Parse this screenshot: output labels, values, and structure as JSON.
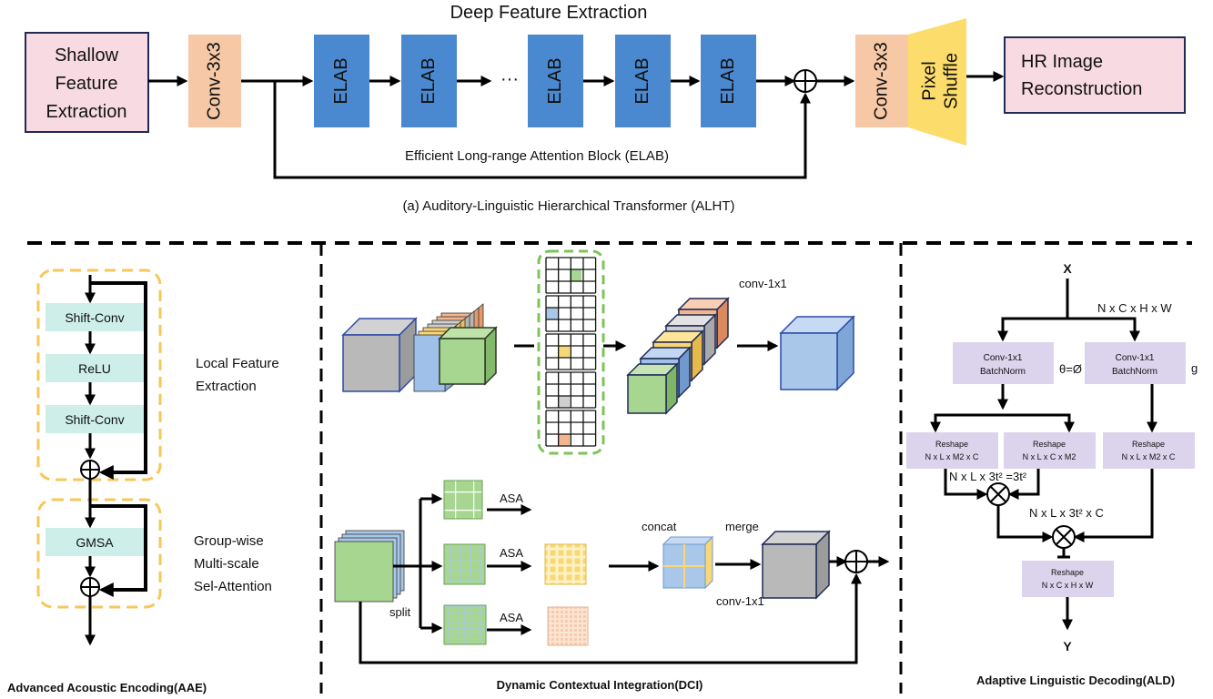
{
  "section_a": {
    "title": "Deep Feature Extraction",
    "shallow": [
      "Shallow",
      "Feature",
      "Extraction"
    ],
    "conv_first": "Conv-3x3",
    "elab": "ELAB",
    "dots": "···",
    "conv_last": "Conv-3x3",
    "pixel_shuffle": [
      "Pixel",
      "Shuffle"
    ],
    "hr": [
      "HR Image",
      "Reconstruction"
    ],
    "skip_caption": "Efficient Long-range Attention Block (ELAB)",
    "caption": "(a) Auditory-Linguistic Hierarchical Transformer (ALHT)"
  },
  "aae": {
    "shift_conv_1": "Shift-Conv",
    "relu": "ReLU",
    "shift_conv_2": "Shift-Conv",
    "gmsa": "GMSA",
    "local_label": [
      "Local Feature",
      "Extraction"
    ],
    "group_label": [
      "Group-wise",
      "Multi-scale",
      "Sel-Attention"
    ],
    "footer": "Advanced Acoustic Encoding(AAE)"
  },
  "dci": {
    "conv_top": "conv-1x1",
    "asa": "ASA",
    "split": "split",
    "concat": "concat",
    "merge": "merge",
    "conv_bottom": "conv-1x1",
    "footer": "Dynamic Contextual Integration(DCI)"
  },
  "ald": {
    "x": "X",
    "y": "Y",
    "shape_in": "N x C x H x W",
    "conv_left": [
      "Conv-1x1",
      "BatchNorm"
    ],
    "conv_right": [
      "Conv-1x1",
      "BatchNorm"
    ],
    "theta": "θ=Ø",
    "g": "g",
    "reshape_1": [
      "Reshape",
      "N x L x M2 x C"
    ],
    "reshape_2": [
      "Reshape",
      "N x L x  C x M2"
    ],
    "reshape_3": [
      "Reshape",
      "N x L x M2 x C"
    ],
    "reshape_out": [
      "Reshape",
      "N x C x H x W"
    ],
    "mult_label_1": "N x L x 3t² =3t²",
    "mult_label_2": "N x L x 3t² x C",
    "footer": "Adaptive Linguistic Decoding(ALD)"
  },
  "colors": {
    "pink": "#f8dae3",
    "navy": "#1f2a55",
    "orange": "#f6c8a6",
    "blue": "#4a88cf",
    "yellow": "#fcdc6a",
    "teal": "#cdeee9",
    "lavender": "#dcd4ec",
    "dash_yellow": "#f6c75a",
    "dash_green": "#7cc45a"
  }
}
